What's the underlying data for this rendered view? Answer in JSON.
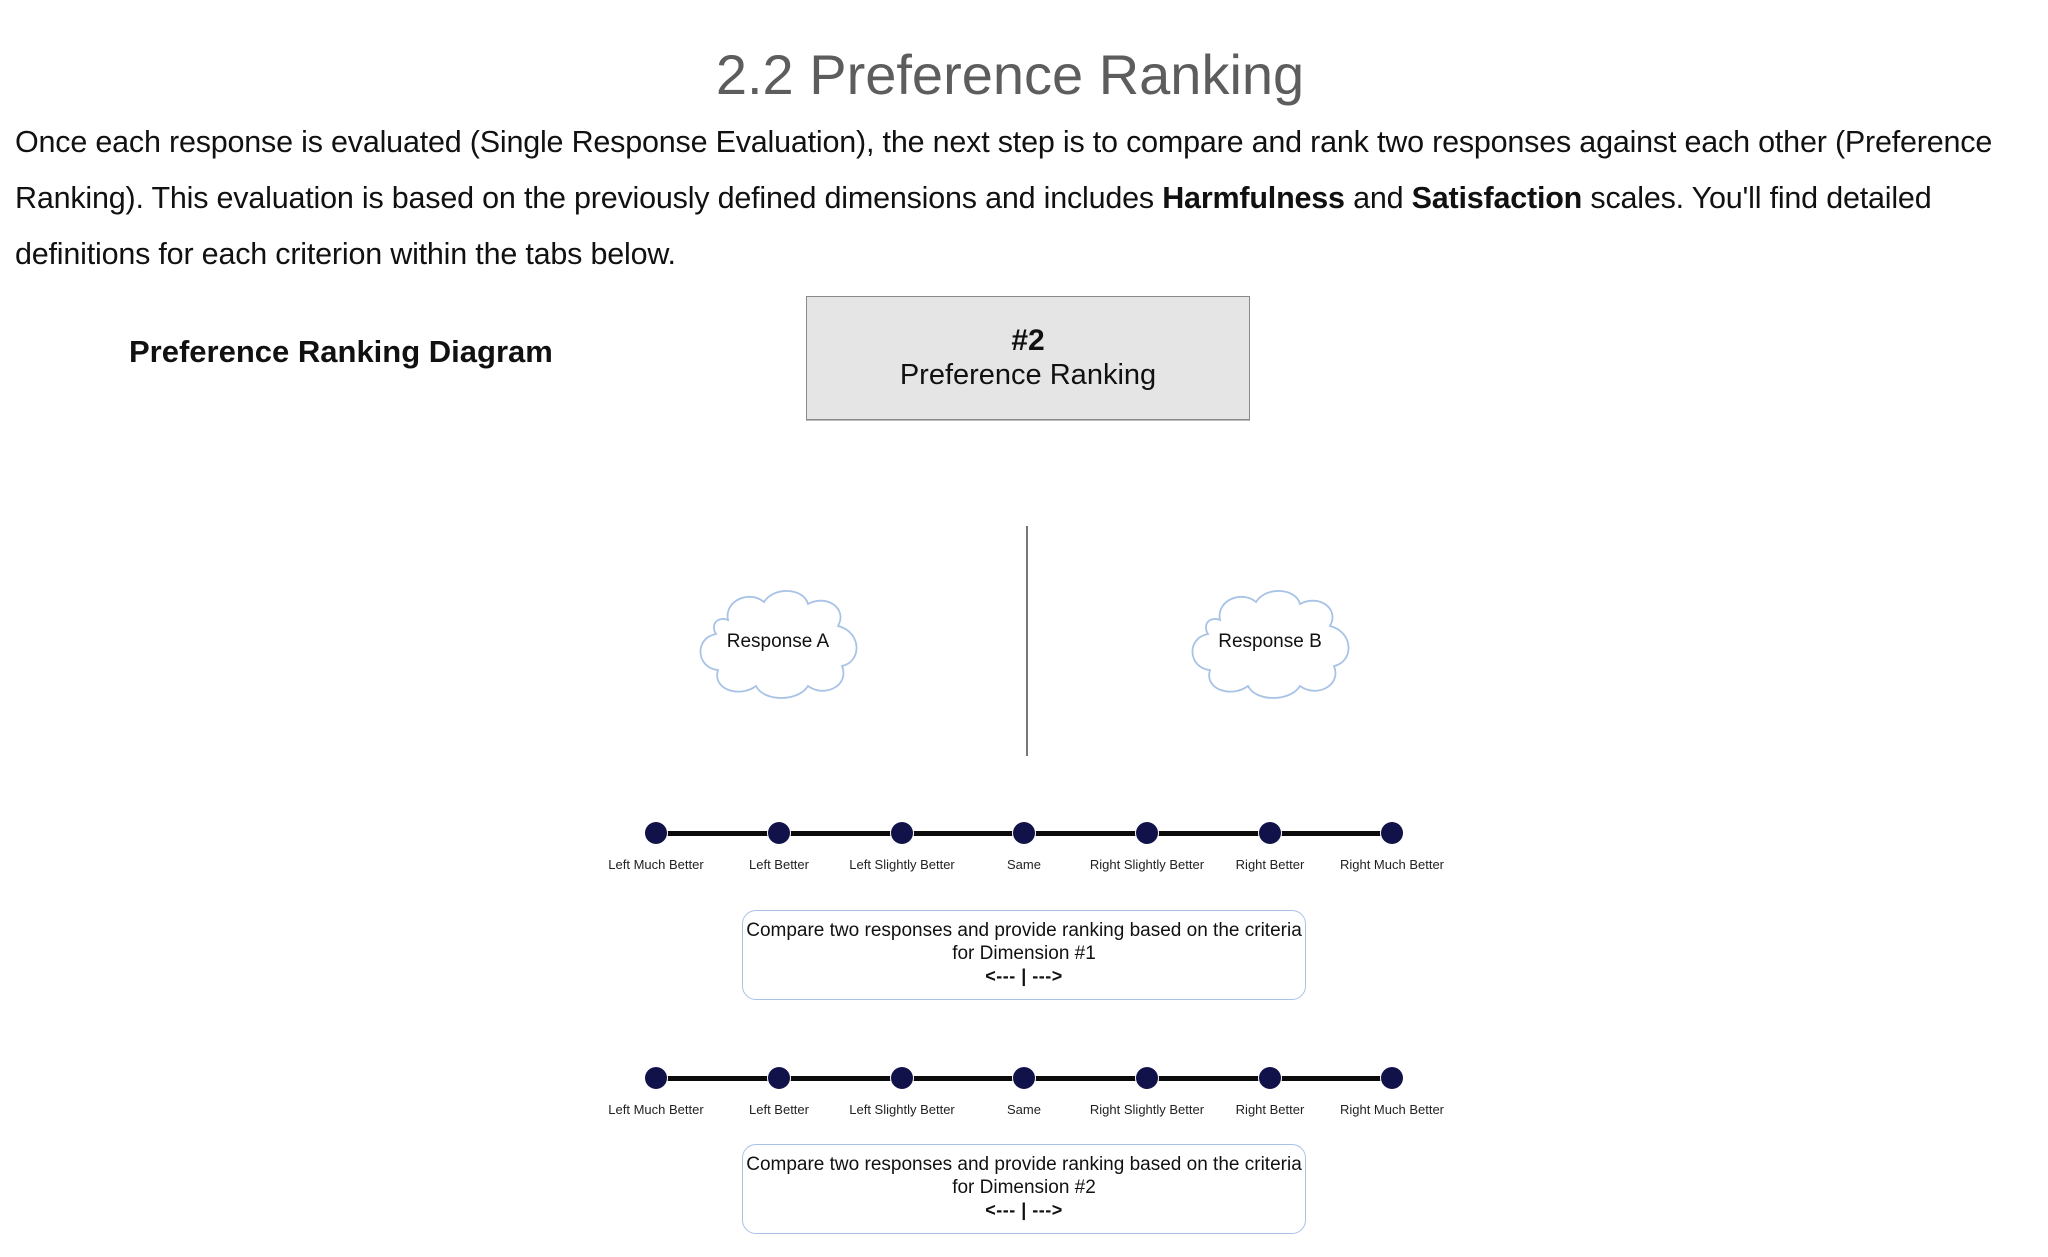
{
  "page": {
    "title": "2.2 Preference Ranking",
    "intro": {
      "part1": "Once each response is evaluated (Single Response Evaluation), the next step is to compare and rank two responses against each other (Preference Ranking). This evaluation is based on the previously defined dimensions and includes ",
      "bold1": "Harmfulness",
      "part2": " and ",
      "bold2": "Satisfaction",
      "part3": " scales. You'll find detailed definitions for each criterion within the tabs below."
    }
  },
  "diagram": {
    "label": "Preference Ranking Diagram",
    "stage": {
      "number": "#2",
      "label": "Preference Ranking",
      "fill": "#e5e5e5",
      "border": "#8a8a8a"
    },
    "responses": [
      {
        "label": "Response A",
        "shape": "cloud"
      },
      {
        "label": "Response B",
        "shape": "cloud"
      }
    ],
    "cloud_stroke": "#a8c3e6",
    "dot_color": "#12124a",
    "scales": [
      {
        "points": [
          "Left Much Better",
          "Left Better",
          "Left Slightly Better",
          "Same",
          "Right Slightly Better",
          "Right Better",
          "Right Much Better"
        ],
        "description": "Compare two responses and provide ranking based on the criteria for Dimension #1",
        "arrow": "<--- | --->"
      },
      {
        "points": [
          "Left Much Better",
          "Left Better",
          "Left Slightly Better",
          "Same",
          "Right Slightly Better",
          "Right Better",
          "Right Much Better"
        ],
        "description": "Compare two responses and provide ranking based on the criteria for Dimension #2",
        "arrow": "<--- | --->"
      }
    ]
  }
}
